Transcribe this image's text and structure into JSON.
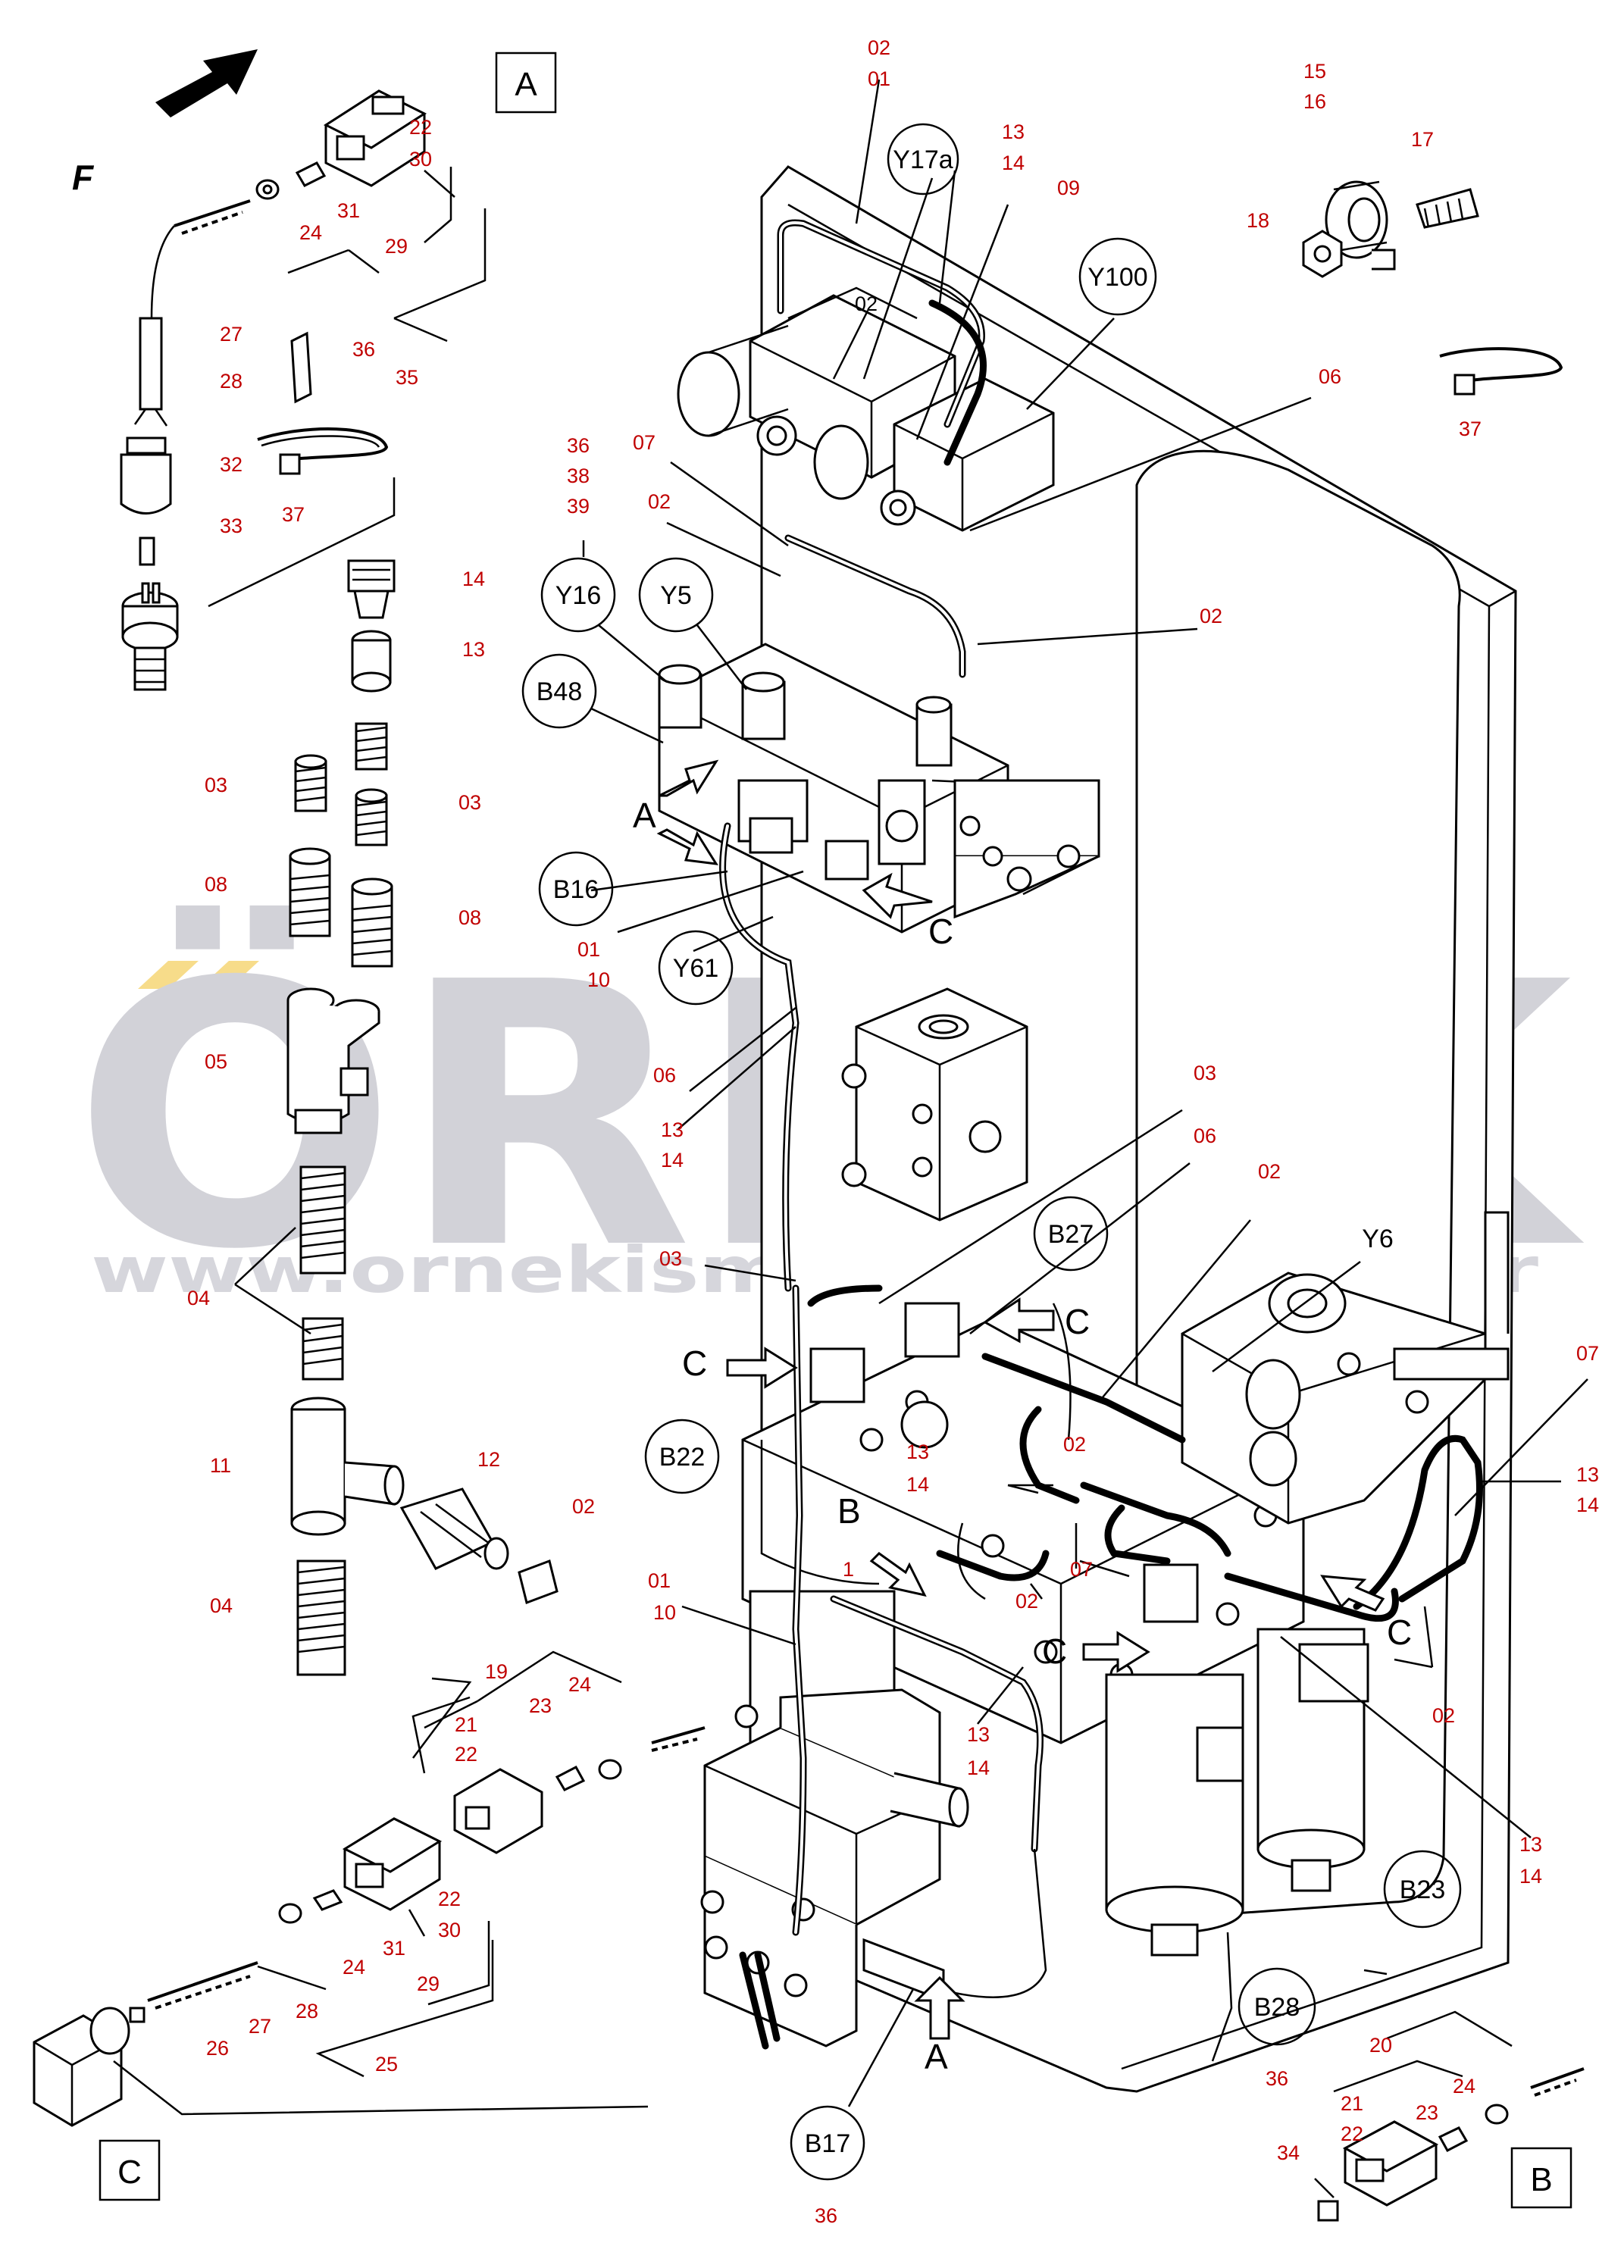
{
  "watermark": {
    "brand": "ÖRNEK",
    "url": "www.ornekismakinalari.com.tr"
  },
  "box_labels": {
    "A": "A",
    "B": "B",
    "C": "C"
  },
  "direction_label": "F",
  "component_tags": {
    "y17a": "Y17a",
    "y100": "Y100",
    "y16": "Y16",
    "y5": "Y5",
    "b48": "B48",
    "b16": "B16",
    "y61": "Y61",
    "b27": "B27",
    "y6": "Y6",
    "b22": "B22",
    "b23": "B23",
    "b28": "B28",
    "b17": "B17"
  },
  "view_arrows": {
    "a1": "A",
    "a2": "A",
    "c1": "C",
    "c2": "C",
    "c3": "C",
    "c4": "C",
    "c5": "C",
    "b1": "B"
  },
  "callouts": {
    "n01": "01",
    "n02": "02",
    "n03": "03",
    "n04": "04",
    "n05": "05",
    "n06": "06",
    "n07": "07",
    "n08": "08",
    "n09": "09",
    "n10": "10",
    "n11": "11",
    "n12": "12",
    "n13": "13",
    "n14": "14",
    "n15": "15",
    "n16": "16",
    "n17": "17",
    "n18": "18",
    "n19": "19",
    "n20": "20",
    "n21": "21",
    "n22": "22",
    "n23": "23",
    "n24": "24",
    "n25": "25",
    "n26": "26",
    "n27": "27",
    "n28": "28",
    "n29": "29",
    "n30": "30",
    "n31": "31",
    "n32": "32",
    "n33": "33",
    "n34": "34",
    "n35": "35",
    "n36": "36",
    "n37": "37",
    "n38": "38",
    "n39": "39",
    "n1": "1"
  }
}
